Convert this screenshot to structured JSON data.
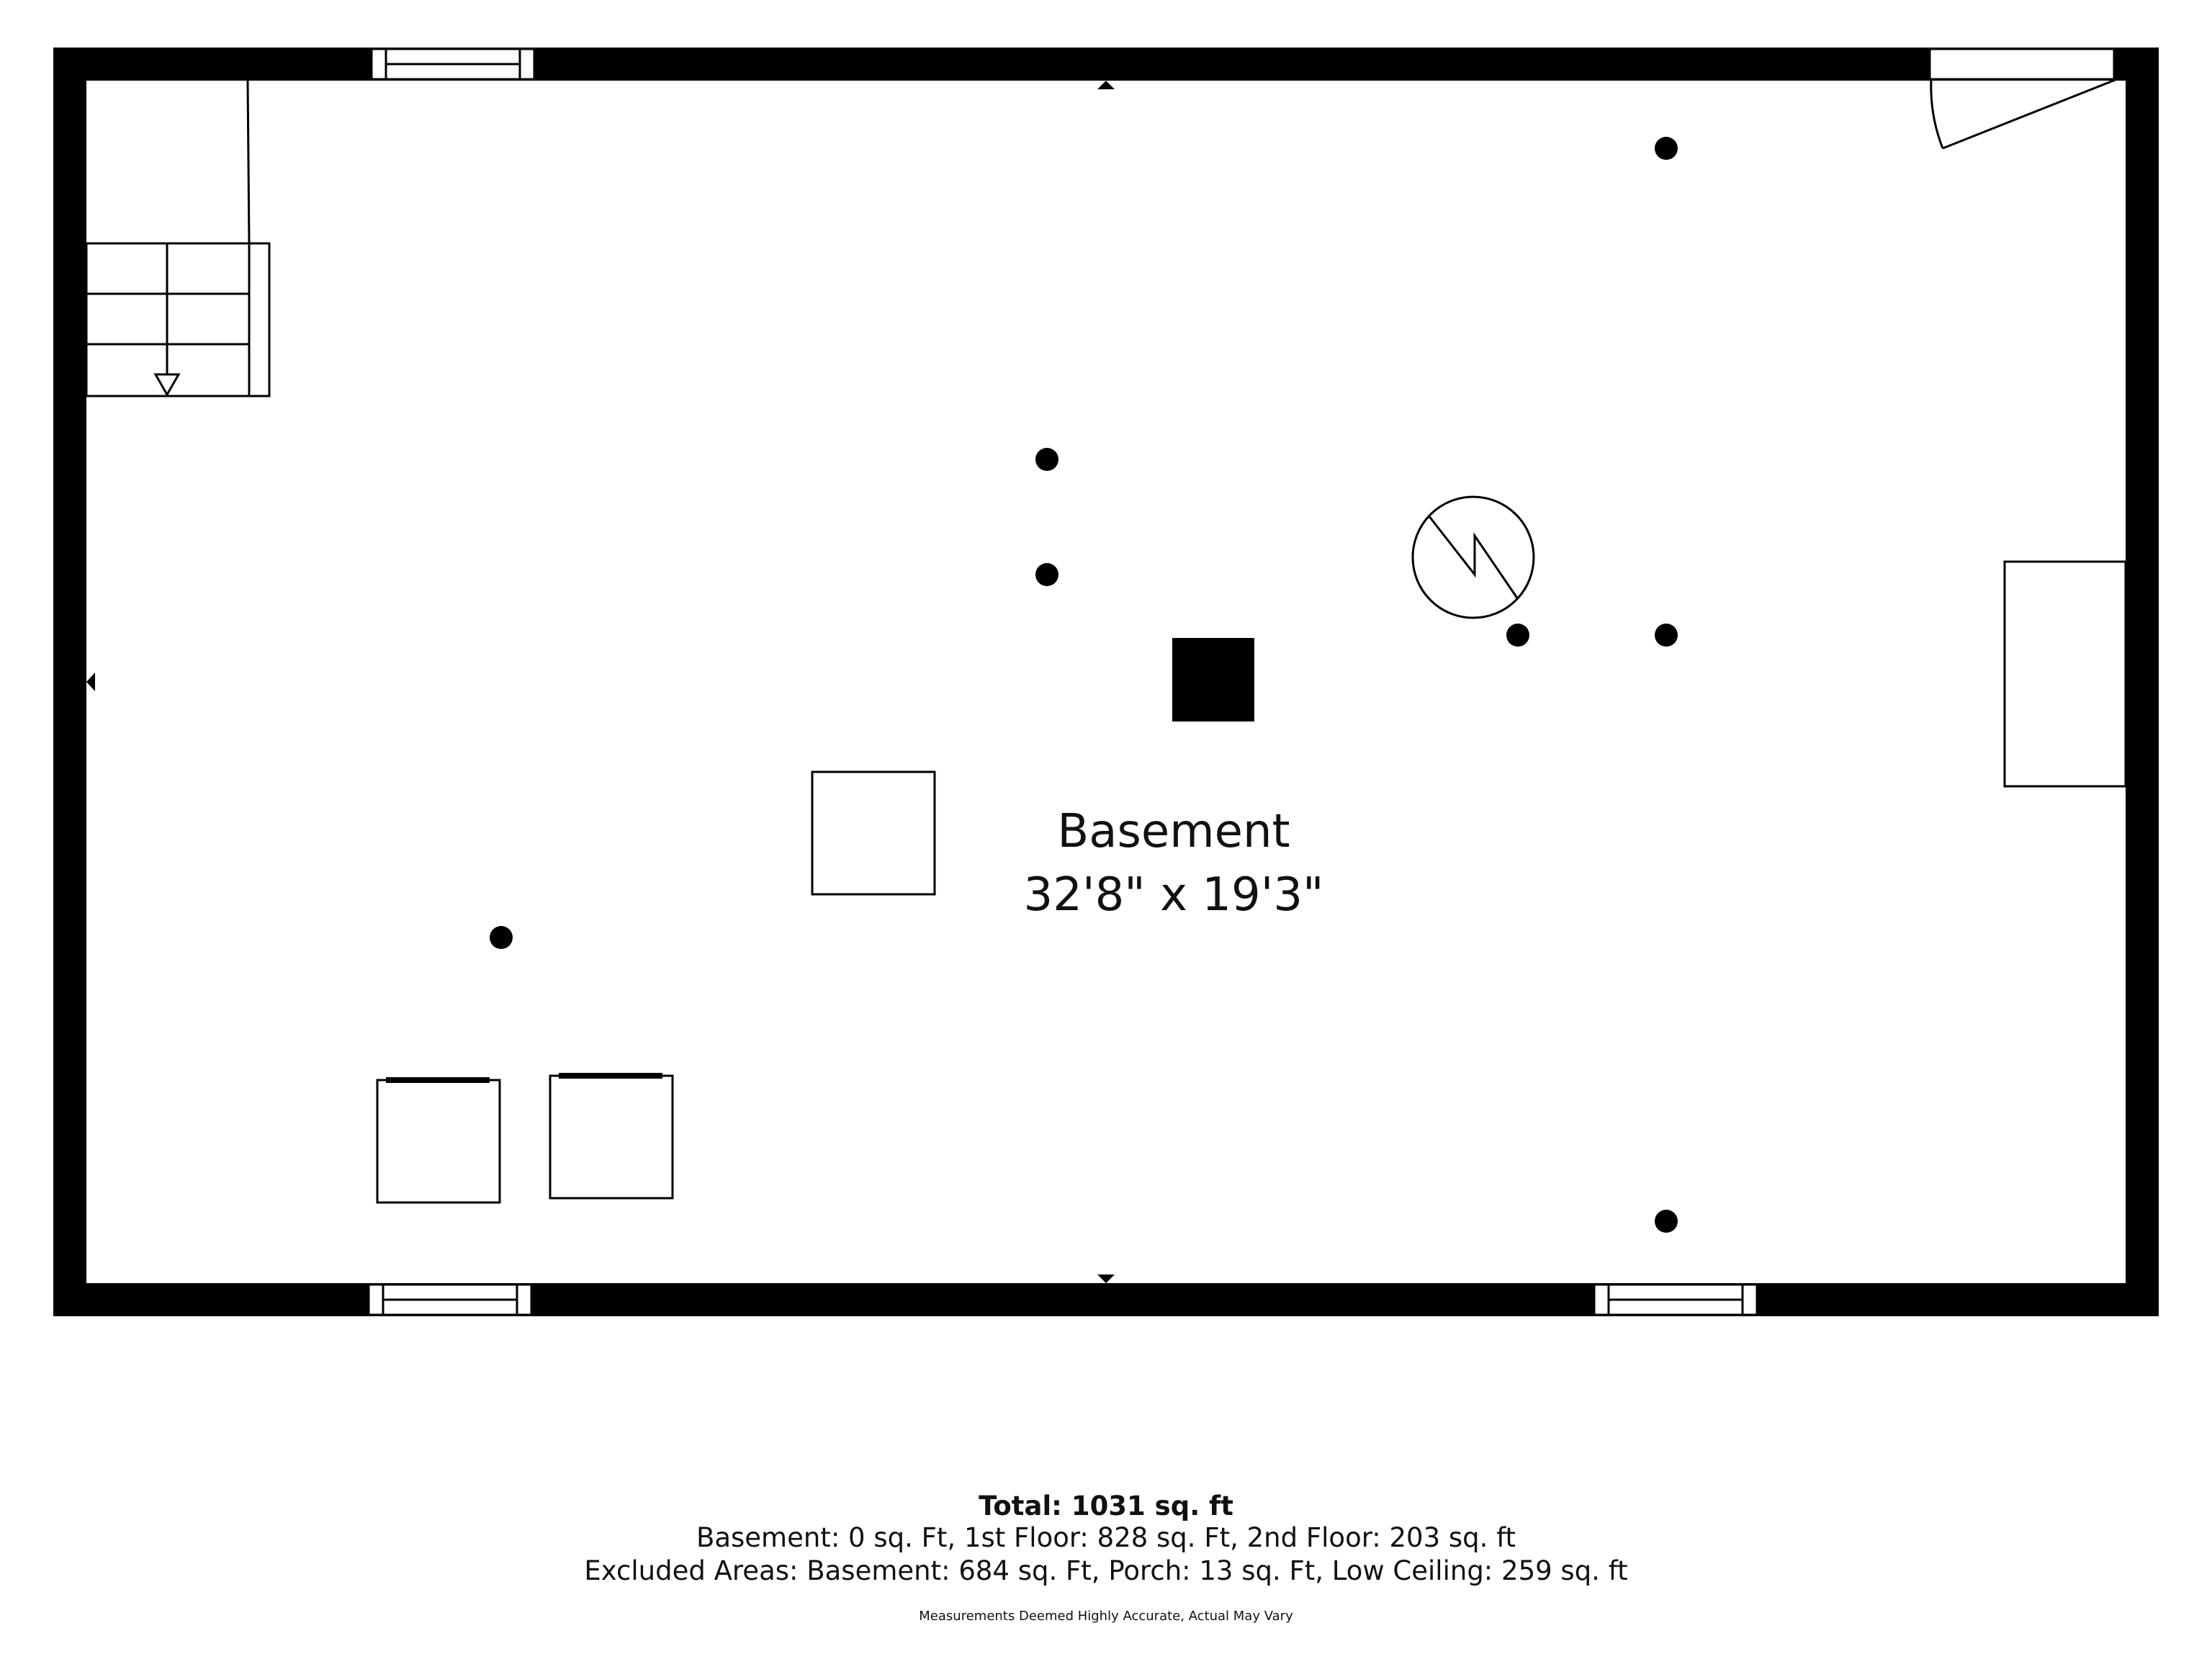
{
  "room": {
    "name": "Basement",
    "dimensions": "32'8\" x 19'3\""
  },
  "summary": {
    "total": "Total: 1031 sq. ft",
    "line1": "Basement: 0 sq. Ft, 1st Floor: 828 sq. Ft, 2nd Floor: 203 sq. ft",
    "line2": "Excluded Areas: Basement: 684 sq. Ft, Porch: 13 sq. Ft, Low Ceiling: 259 sq. ft",
    "disclaimer": "Measurements Deemed Highly Accurate, Actual May Vary"
  },
  "colors": {
    "wall": "#000000",
    "background": "#ffffff",
    "line": "#000000"
  },
  "icons": {
    "stairs": "stairs-down-icon",
    "water_heater": "water-heater-icon",
    "door": "door-swing-icon",
    "window": "window-icon",
    "post": "support-post-icon"
  }
}
